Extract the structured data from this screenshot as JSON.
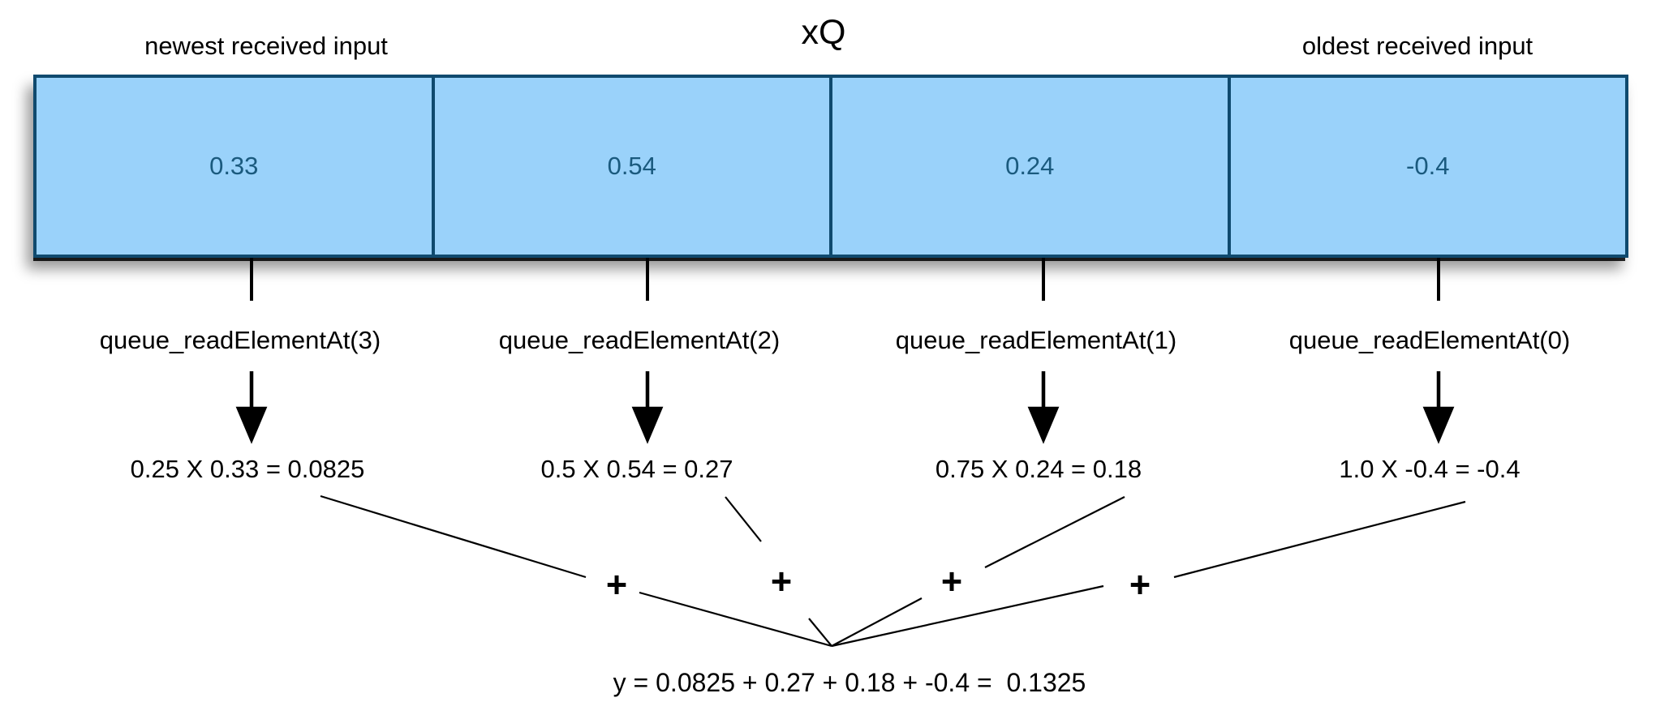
{
  "header": {
    "newest_label": "newest received input",
    "queue_name": "xQ",
    "oldest_label": "oldest received input"
  },
  "queue": {
    "cells": [
      {
        "value": "0.33",
        "read_call": "queue_readElementAt(3)",
        "product": "0.25 X 0.33 = 0.0825"
      },
      {
        "value": "0.54",
        "read_call": "queue_readElementAt(2)",
        "product": "0.5 X 0.54 = 0.27"
      },
      {
        "value": "0.24",
        "read_call": "queue_readElementAt(1)",
        "product": "0.75 X 0.24 = 0.18"
      },
      {
        "value": "-0.4",
        "read_call": "queue_readElementAt(0)",
        "product": "1.0 X -0.4 = -0.4"
      }
    ]
  },
  "sum": {
    "plus_sign": "+",
    "equation": "y = 0.0825 + 0.27 + 0.18 + -0.4 =  0.1325"
  },
  "colors": {
    "cell_fill": "#9ad2fa",
    "cell_border": "#0f4a6e",
    "cell_text": "#1a5a7e",
    "line_color": "#000000"
  }
}
